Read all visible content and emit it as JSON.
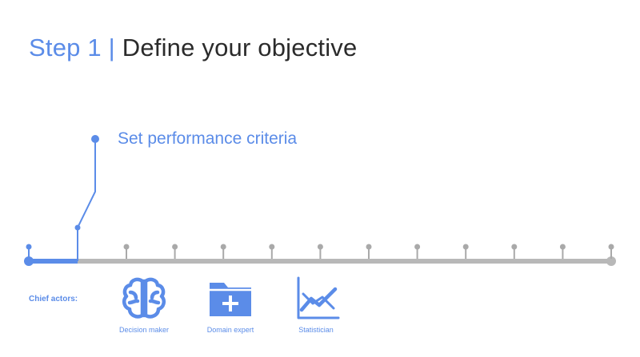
{
  "title": {
    "step": "Step 1",
    "separator": "|",
    "objective": "Define your objective"
  },
  "milestone": {
    "label": "Set performance criteria"
  },
  "timeline": {
    "tick_count": 11
  },
  "actors": {
    "label": "Chief actors:",
    "items": [
      {
        "name": "Decision maker",
        "icon": "brain-icon"
      },
      {
        "name": "Domain expert",
        "icon": "folder-plus-icon"
      },
      {
        "name": "Statistician",
        "icon": "chart-trend-icon"
      }
    ]
  },
  "colors": {
    "accent": "#5b8ce8",
    "text_dark": "#2b2b2b",
    "timeline_gray": "#b8b8b8",
    "tick_gray": "#a9a9a9"
  }
}
